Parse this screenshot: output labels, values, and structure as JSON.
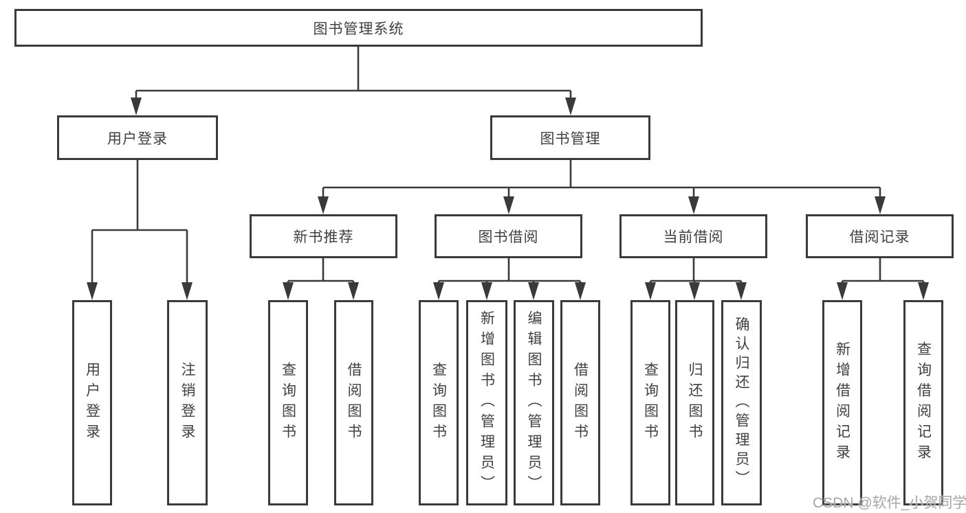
{
  "diagram": {
    "tree": {
      "label": "图书管理系统",
      "children": [
        {
          "label": "用户登录",
          "children": [
            {
              "label": "用户登录"
            },
            {
              "label": "注销登录"
            }
          ]
        },
        {
          "label": "图书管理",
          "children": [
            {
              "label": "新书推荐",
              "children": [
                {
                  "label": "查询图书"
                },
                {
                  "label": "借阅图书"
                }
              ]
            },
            {
              "label": "图书借阅",
              "children": [
                {
                  "label": "查询图书"
                },
                {
                  "label": "新增图书（管理员）"
                },
                {
                  "label": "编辑图书（管理员）"
                },
                {
                  "label": "借阅图书"
                }
              ]
            },
            {
              "label": "当前借阅",
              "children": [
                {
                  "label": "查询图书"
                },
                {
                  "label": "归还图书"
                },
                {
                  "label": "确认归还（管理员）"
                }
              ]
            },
            {
              "label": "借阅记录",
              "children": [
                {
                  "label": "新增借阅记录"
                },
                {
                  "label": "查询借阅记录"
                }
              ]
            }
          ]
        }
      ]
    },
    "watermark": {
      "text": "CSDN @软件_小贺同学"
    },
    "colors": {
      "line": "#3a3a3a",
      "text": "#404040",
      "watermark": "#a6a6a6",
      "background": "#ffffff"
    }
  }
}
